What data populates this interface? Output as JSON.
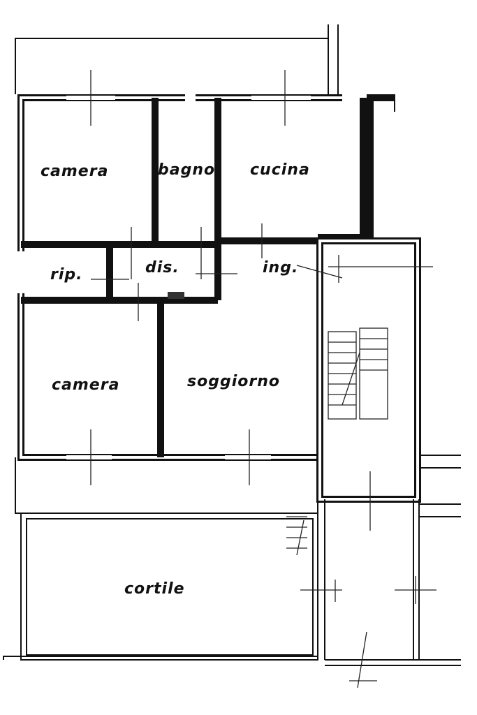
{
  "rooms": {
    "camera_top": "camera",
    "bagno": "bagno",
    "cucina": "cucina",
    "rip": "rip.",
    "dis": "dis.",
    "ing": "ing.",
    "camera_bottom": "camera",
    "soggiorno": "soggiorno",
    "cortile": "cortile"
  }
}
